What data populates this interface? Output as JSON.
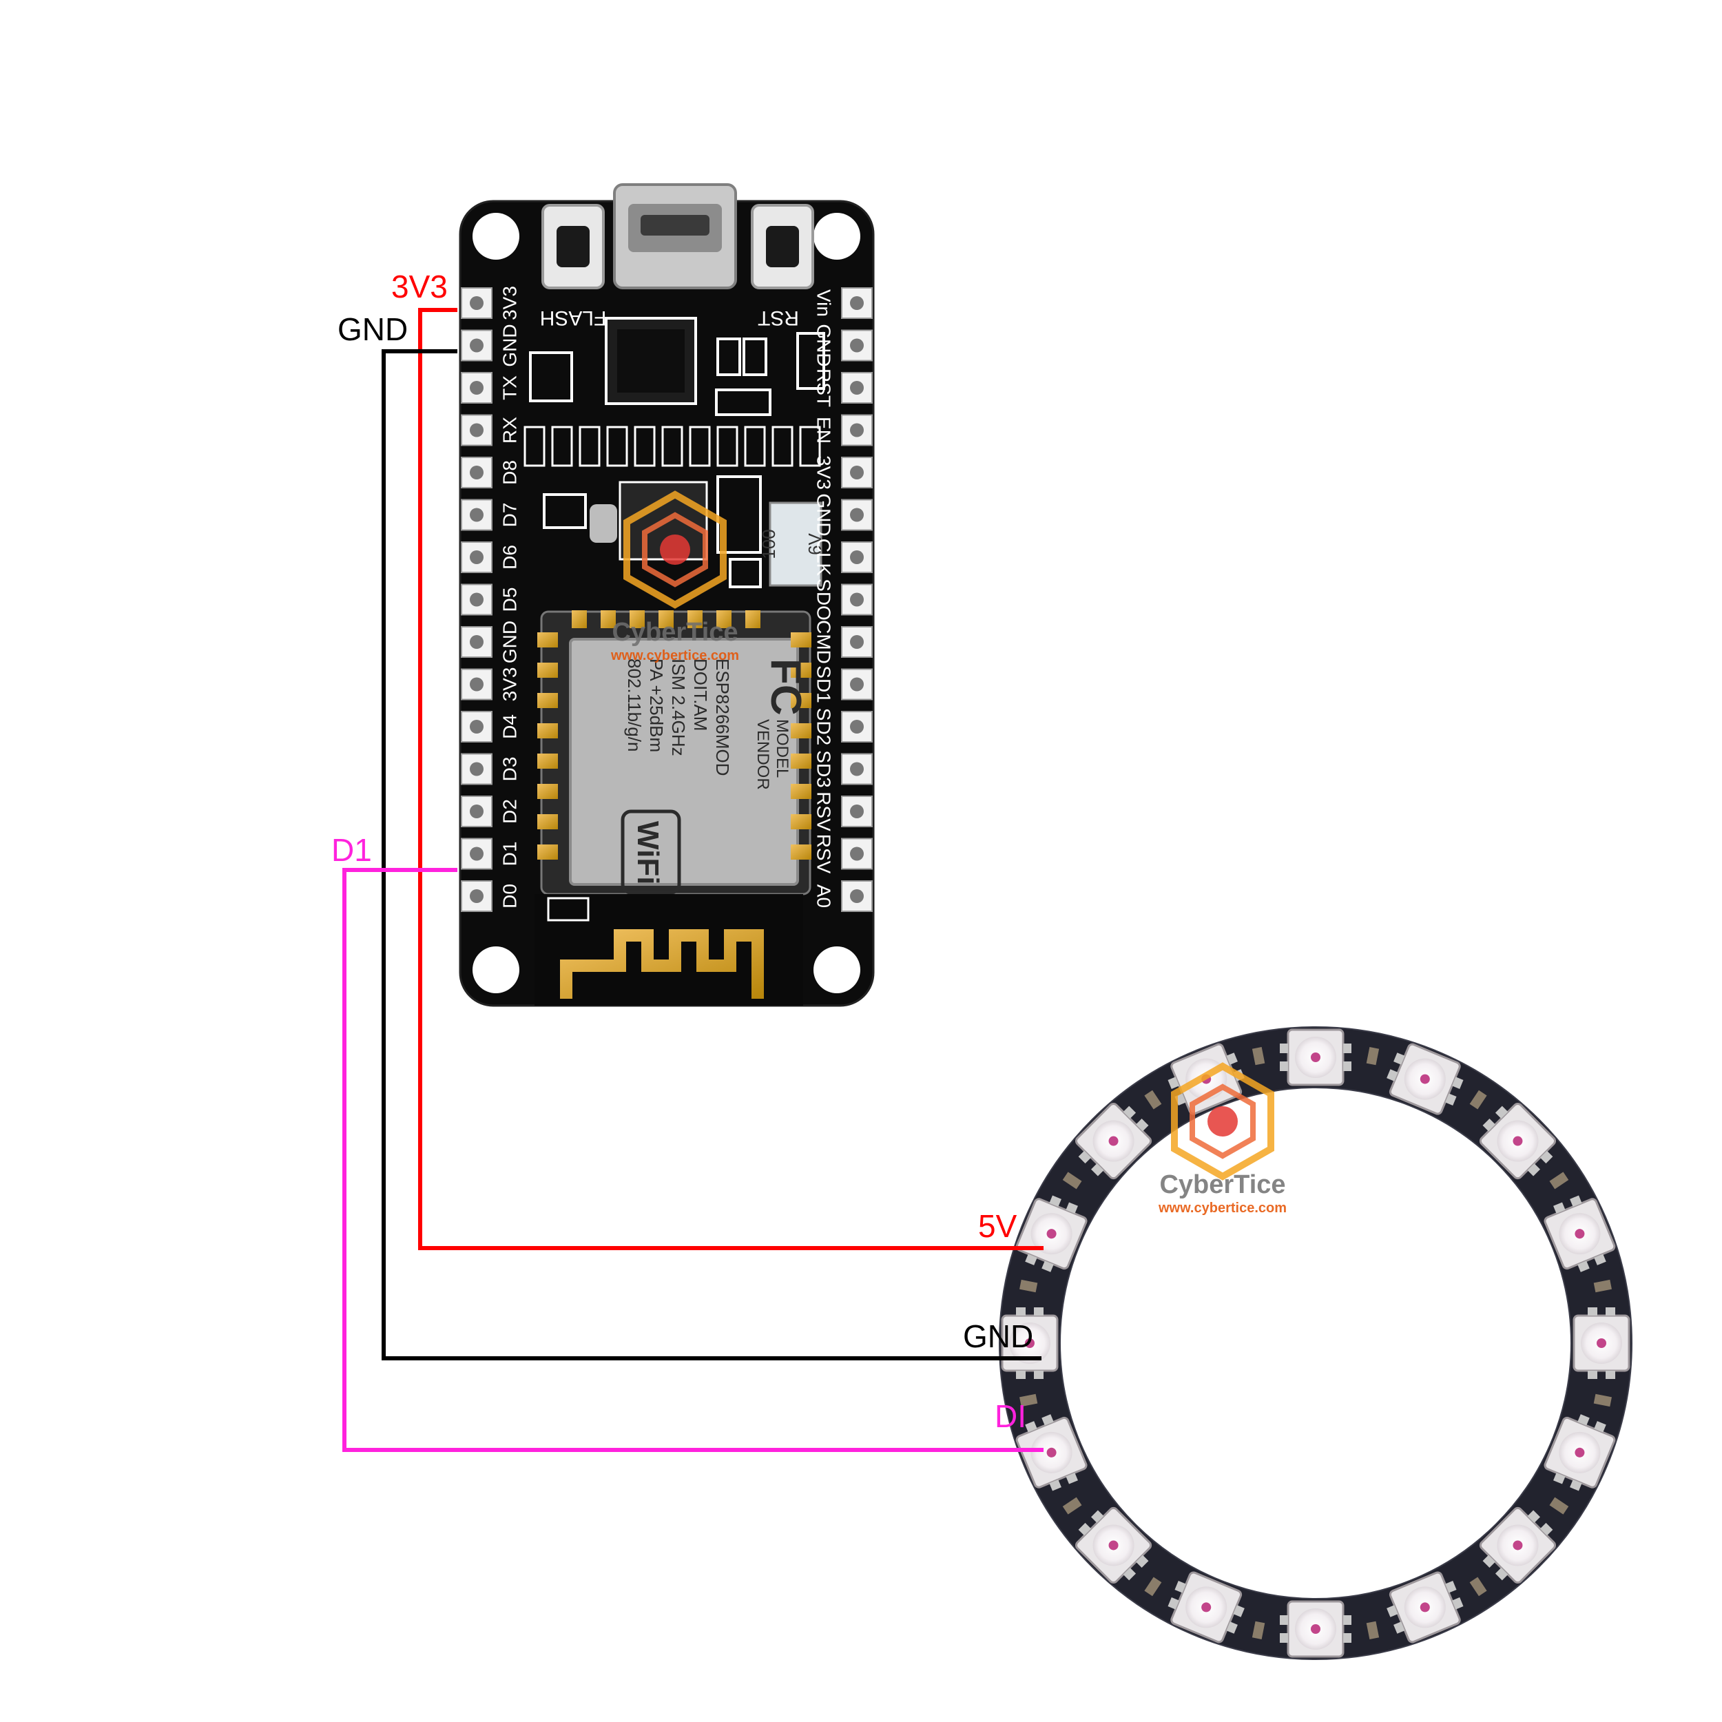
{
  "wire_labels": {
    "board_3v3": "3V3",
    "board_gnd": "GND",
    "board_d1": "D1",
    "ring_5v": "5V",
    "ring_gnd": "GND",
    "ring_di": "DI"
  },
  "wire_colors": {
    "power": "#ff0000",
    "ground": "#000000",
    "data": "#ff22dd"
  },
  "board": {
    "left_pins": [
      "3V3",
      "GND",
      "TX",
      "RX",
      "D8",
      "D7",
      "D6",
      "D5",
      "GND",
      "3V3",
      "D4",
      "D3",
      "D2",
      "D1",
      "D0"
    ],
    "right_pins": [
      "Vin",
      "GND",
      "RST",
      "EN",
      "3V3",
      "GND",
      "CLK",
      "SDO",
      "CMD",
      "SD1",
      "SD2",
      "SD3",
      "RSV",
      "RSV",
      "A0"
    ],
    "button_flash": "FLASH",
    "button_rst": "RST",
    "capacitor_value": "100",
    "capacitor_voltage": "6V",
    "module_lines": [
      "MODEL",
      "VENDOR",
      "ESP8266MOD",
      "DOIT.AM",
      "ISM 2.4GHz",
      "PA +25dBm",
      "802.11b/g/n"
    ],
    "module_fc": "FC",
    "module_wifi": "WiFi"
  },
  "watermark": {
    "brand": "CyberTice",
    "url": "www.cybertice.com"
  },
  "led_ring": {
    "led_count": 16
  }
}
